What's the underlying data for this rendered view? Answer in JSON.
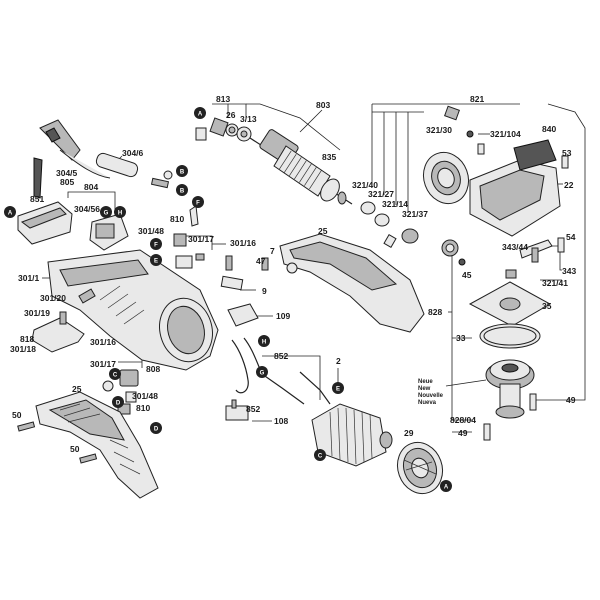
{
  "labels": {
    "l813": "813",
    "l803": "803",
    "l821": "821",
    "l840": "840",
    "l26": "26",
    "l3_13": "3/13",
    "l835": "835",
    "l321_30": "321/30",
    "l321_104": "321/104",
    "l321_40": "321/40",
    "l321_27": "321/27",
    "l321_14": "321/14",
    "l321_37": "321/37",
    "l53": "53",
    "l22": "22",
    "l304_6": "304/6",
    "l304_5": "304/5",
    "l805": "805",
    "l804": "804",
    "l851": "851",
    "l304_56": "304/56",
    "l810a": "810",
    "l301_48a": "301/48",
    "l301_17a": "301/17",
    "l301_16a": "301/16",
    "l25a": "25",
    "l7": "7",
    "l47": "47",
    "l9": "9",
    "l109": "109",
    "l301_1": "301/1",
    "l301_20": "301/20",
    "l301_19": "301/19",
    "l818": "818",
    "l301_18": "301/18",
    "l301_16b": "301/16",
    "l301_17b": "301/17",
    "l808": "808",
    "l301_48b": "301/48",
    "l810b": "810",
    "l852a": "852",
    "l852b": "852",
    "l2": "2",
    "l108": "108",
    "l25b": "25",
    "l50a": "50",
    "l50b": "50",
    "l29": "29",
    "l343_44": "343/44",
    "l343": "343",
    "l321_41": "321/41",
    "l54": "54",
    "l45": "45",
    "l828": "828",
    "l35": "35",
    "l33": "33",
    "l49a": "49",
    "l828_04": "828/04",
    "l49b": "49"
  },
  "new_note": [
    "Neue",
    "New",
    "Nouvelle",
    "Nueva"
  ],
  "badges": {
    "A": "A",
    "B": "B",
    "C": "C",
    "D": "D",
    "E": "E",
    "F": "F",
    "G": "G",
    "H": "H"
  }
}
